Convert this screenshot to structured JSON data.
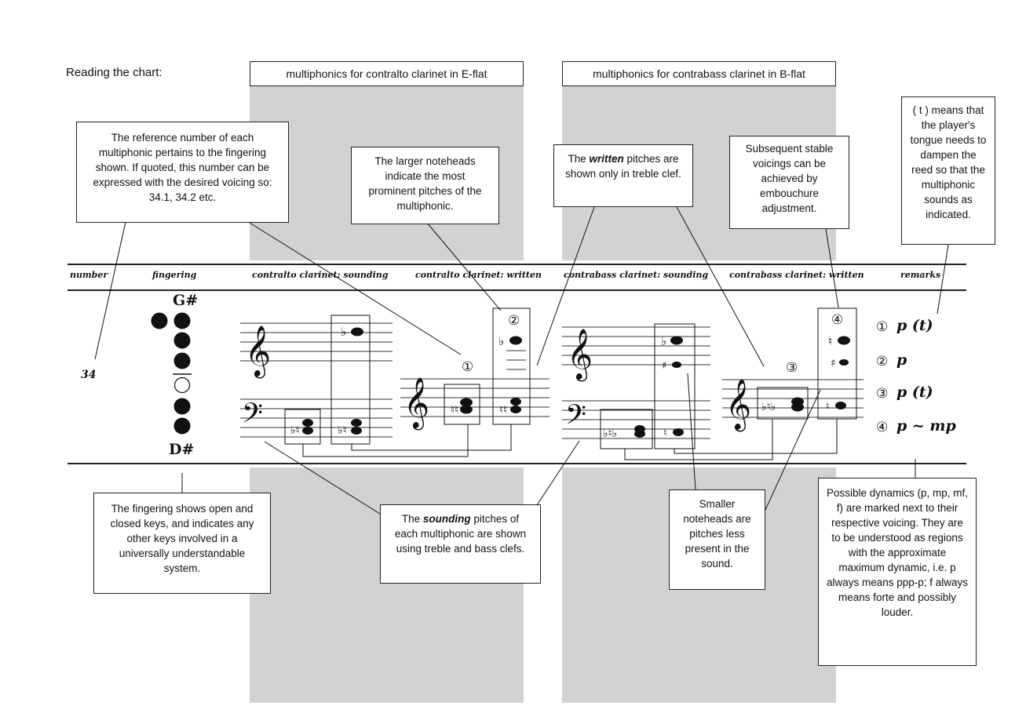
{
  "heading": "Reading the chart:",
  "panels": {
    "contralto_title": "multiphonics for contralto clarinet in E-flat",
    "contrabass_title": "multiphonics for contrabass clarinet in B-flat"
  },
  "columns": {
    "number": "number",
    "fingering": "fingering",
    "contralto_sounding": "contralto clarinet: sounding",
    "contralto_written": "contralto clarinet: written",
    "contrabass_sounding": "contrabass clarinet: sounding",
    "contrabass_written": "contrabass clarinet: written",
    "remarks": "remarks"
  },
  "row": {
    "number": "34",
    "key_top": "G#",
    "key_bottom": "D#",
    "markers": [
      "①",
      "②",
      "③",
      "④"
    ],
    "remarks": [
      {
        "marker": "①",
        "dynamic": "p (t)"
      },
      {
        "marker": "②",
        "dynamic": "p"
      },
      {
        "marker": "③",
        "dynamic": "p (t)"
      },
      {
        "marker": "④",
        "dynamic": "p ~ mp"
      }
    ]
  },
  "callouts": {
    "reference": "The reference number of each multiphonic pertains to the fingering shown. If quoted, this number can be expressed with the desired voicing so: 34.1, 34.2 etc.",
    "larger": "The larger noteheads indicate the most prominent pitches of the multiphonic.",
    "written_pre": "The ",
    "written_em": "written",
    "written_post": " pitches are shown only in treble clef.",
    "subsequent": "Subsequent stable voicings can be achieved by embouchure adjustment.",
    "tongue": "( t ) means that the player's tongue needs to dampen the reed so that the multiphonic sounds as indicated.",
    "fingering": "The fingering shows open and closed keys, and indicates any other keys involved in a universally understandable system.",
    "sounding_pre": "The ",
    "sounding_em": "sounding",
    "sounding_post": " pitches of each multiphonic are shown using treble and bass clefs.",
    "smaller": "Smaller noteheads are pitches less present in the sound.",
    "dynamics": "Possible dynamics (p, mp, mf, f) are marked next to their respective voicing. They are to be understood as regions with the approximate maximum dynamic, i.e. p always means ppp-p; f always means forte and possibly louder."
  }
}
